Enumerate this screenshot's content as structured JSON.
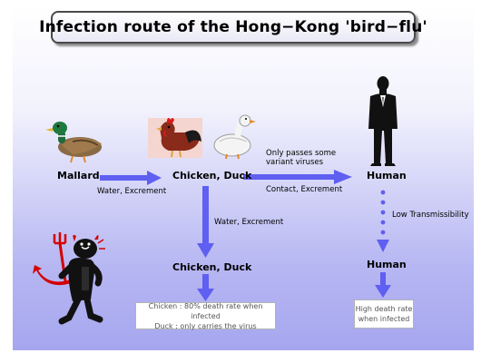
{
  "title": "Infection route of the Hong−Kong 'bird−flu'",
  "nodes": {
    "mallard": "Mallard",
    "chicken_duck_top": "Chicken, Duck",
    "human_top": "Human",
    "chicken_duck_bottom": "Chicken, Duck",
    "human_bottom": "Human"
  },
  "edges": {
    "mallard_to_chicken": "Water, Excrement",
    "chicken_to_human_note": "Only passes some variant viruses",
    "chicken_to_human": "Contact, Excrement",
    "chicken_down": "Water, Excrement",
    "human_down": "Low Transmissibility"
  },
  "notes": {
    "chicken_line1": "Chicken : 80% death rate when infected",
    "chicken_line2": "Duck : only carries the virus",
    "human_line1": "High death rate",
    "human_line2": "when infected"
  },
  "colors": {
    "arrow": "#5f5ff2",
    "background_top": "#ffffff",
    "background_bottom": "#a6a6ef",
    "devil": "#d40000"
  },
  "icons": [
    "duck-icon",
    "rooster-icon",
    "white-duck-icon",
    "man-silhouette-icon",
    "devil-icon"
  ]
}
